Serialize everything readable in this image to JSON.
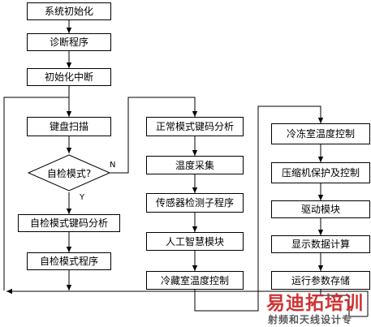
{
  "nodes": {
    "init": "系统初始化",
    "diag": "诊断程序",
    "init_irq": "初始化中断",
    "key_scan": "键盘扫描",
    "decision": "自检模式?",
    "self_key": "自检模式键码分析",
    "self_prog": "自检模式程序",
    "normal_key": "正常模式键码分析",
    "temp_sample": "温度采集",
    "sensor": "传感器检测子程序",
    "ai": "人工智慧模块",
    "fridge": "冷藏室温度控制",
    "freezer": "冷冻室温度控制",
    "compressor": "压缩机保护及控制",
    "drive": "驱动模块",
    "display": "显示数据计算",
    "store": "运行参数存储"
  },
  "branch_labels": {
    "no": "N",
    "yes": "Y"
  },
  "watermark": {
    "main": "易迪拓培训",
    "sub": "射频和天线设计专"
  }
}
